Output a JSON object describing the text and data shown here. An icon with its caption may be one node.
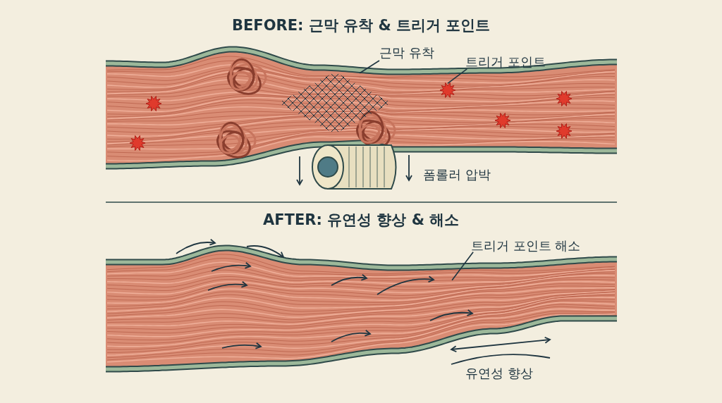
{
  "diagram": {
    "title": "BEFORE: 근막 유착 & 트리거 포인트",
    "nodes": [
      {
        "text": [
          "근막 유착"
        ]
      },
      {
        "text": [],
        "shape": "picture"
      },
      {
        "text": [
          "트리거 포인트"
        ]
      },
      {
        "text": [],
        "shape": "star"
      },
      {
        "text": [
          "트리거 포인트 해소"
        ]
      }
    ],
    "edges": [
      {
        "from": 0,
        "to": 1,
        "arrow": "none"
      },
      {
        "from": 2,
        "to": 3,
        "arrow": "none"
      },
      {
        "from": 4,
        "to": null,
        "arrow": "none"
      }
    ],
    "labels": [
      "AFTER: 유연성 향상 & 해소",
      "폼롤러 압박",
      "유연성 향상"
    ]
  }
}
